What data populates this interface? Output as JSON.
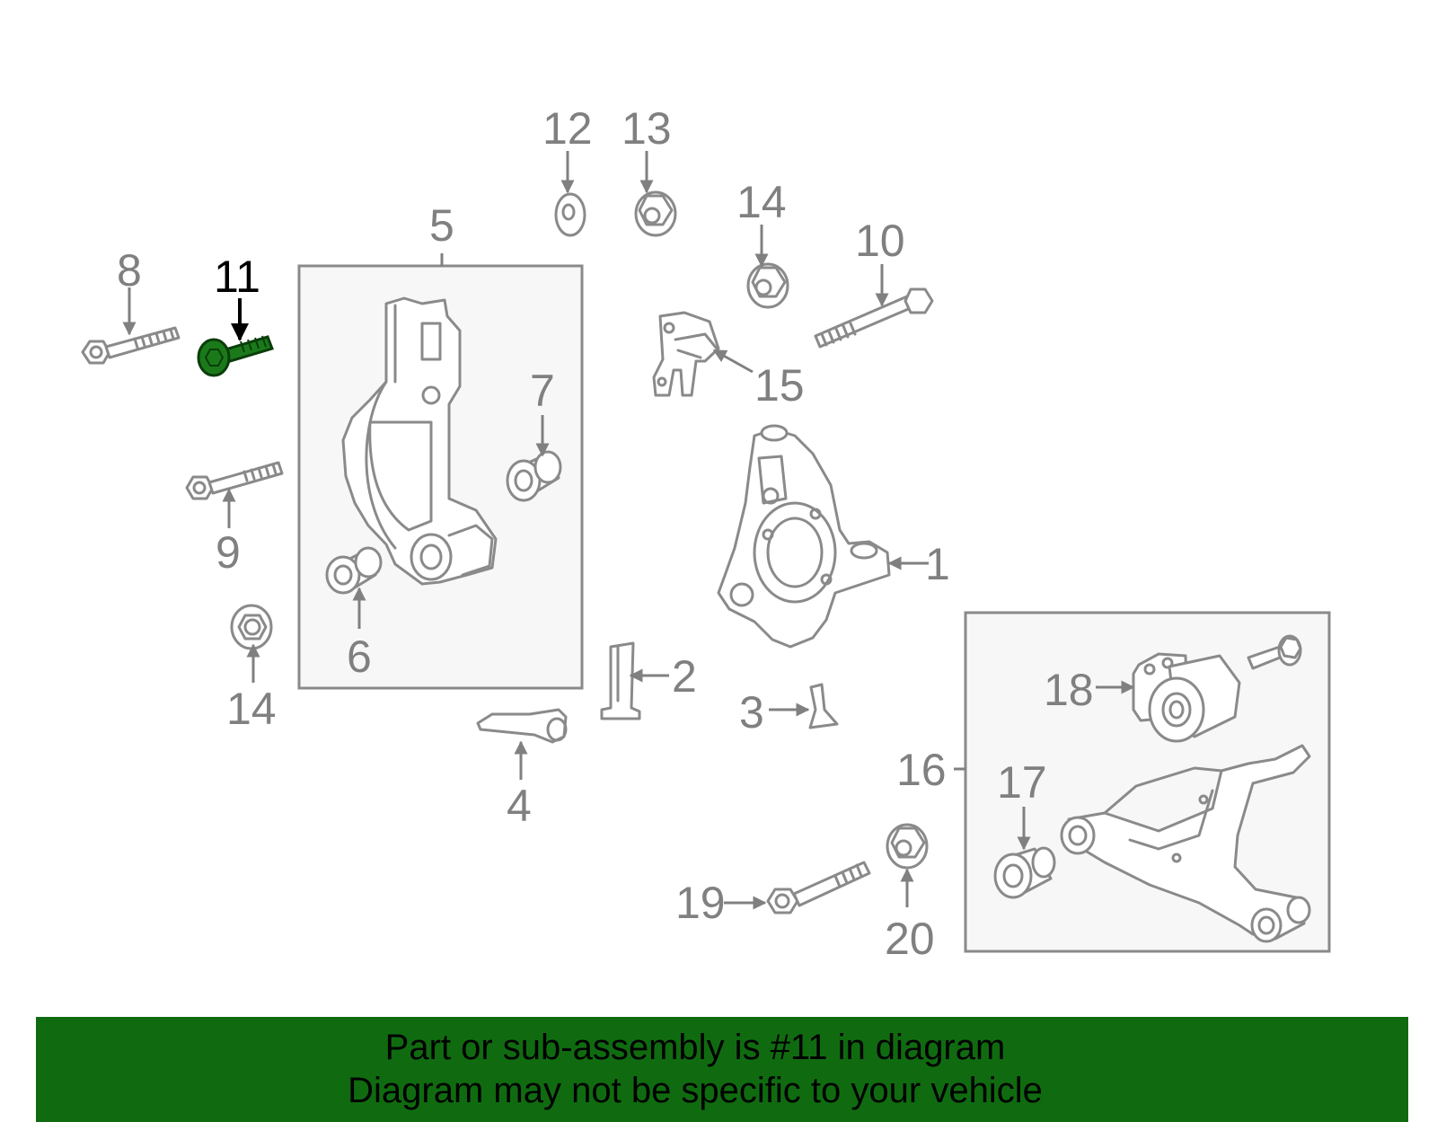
{
  "diagram": {
    "highlight_color": "#1a7a1a",
    "highlighted_part": "11",
    "callouts": [
      "1",
      "2",
      "3",
      "4",
      "5",
      "6",
      "7",
      "8",
      "9",
      "10",
      "11",
      "12",
      "13",
      "14",
      "14",
      "15",
      "16",
      "17",
      "18",
      "19",
      "20"
    ]
  },
  "caption": {
    "line1": "Part or sub-assembly is #11 in diagram",
    "line2": "Diagram may not be specific to your vehicle",
    "background": "#106b10"
  }
}
